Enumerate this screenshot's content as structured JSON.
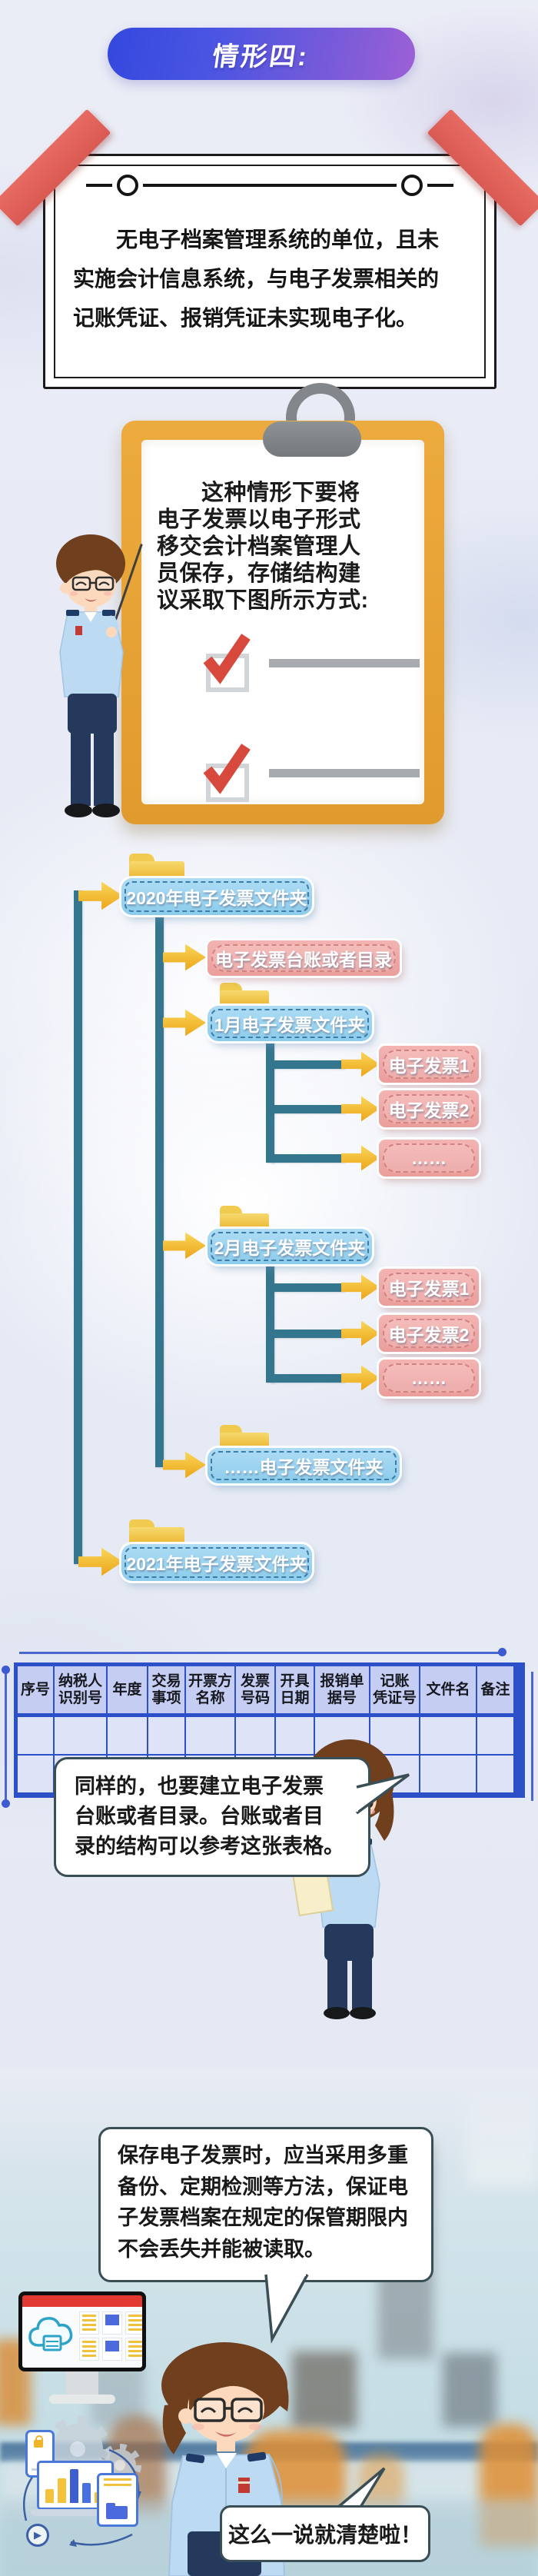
{
  "badge": {
    "label": "情形四:"
  },
  "intro_card": {
    "text": "无电子档案管理系统的单位，且未\n实施会计信息系统，与电子发票相关的\n记账凭证、报销凭证未实现电子化。"
  },
  "clipboard": {
    "text": "这种情形下要将\n电子发票以电子形式\n移交会计档案管理人\n员保存，存储结构建\n议采取下图所示方式:",
    "checklist_items": 2
  },
  "tree": {
    "nodes": [
      {
        "label": "2020年电子发票文件夹",
        "type": "folder-blue"
      },
      {
        "label": "电子发票台账或者目录",
        "type": "pink"
      },
      {
        "label": "1月电子发票文件夹",
        "type": "folder-blue"
      },
      {
        "label": "电子发票1",
        "type": "pink"
      },
      {
        "label": "电子发票2",
        "type": "pink"
      },
      {
        "label": "……",
        "type": "pink"
      },
      {
        "label": "2月电子发票文件夹",
        "type": "folder-blue"
      },
      {
        "label": "电子发票1",
        "type": "pink"
      },
      {
        "label": "电子发票2",
        "type": "pink"
      },
      {
        "label": "……",
        "type": "pink"
      },
      {
        "label": "……电子发票文件夹",
        "type": "folder-blue"
      },
      {
        "label": "2021年电子发票文件夹",
        "type": "folder-blue"
      }
    ]
  },
  "table": {
    "headers": [
      "序号",
      "纳税人\n识别号",
      "年度",
      "交易\n事项",
      "开票方\n名称",
      "发票\n号码",
      "开具\n日期",
      "报销单\n据号",
      "记账\n凭证号",
      "文件名",
      "备注"
    ],
    "empty_body_rows": 2
  },
  "bubbles": {
    "table_note": "同样的，也要建立电子发票\n台账或者目录。台账或者目\n录的结构可以参考这张表格。",
    "storage_note": "保存电子发票时，应当采用多重\n备份、定期检测等方法，保证电\n子发票档案在规定的保管期限内\n不会丢失并能被读取。",
    "closing": "这么一说就清楚啦！"
  },
  "colors": {
    "badge_gradient_start": "#3448de",
    "badge_gradient_end": "#9c60d6",
    "ribbon_red": "#e2635c",
    "clipboard_orange": "#e9a93d",
    "check_red": "#d7493d",
    "tree_line_teal": "#35768f",
    "node_blue": "#8ccceb",
    "node_pink": "#f2b5b3",
    "arrow_yellow": "#eca418",
    "folder_yellow": "#eec23e",
    "table_border_blue": "#2b50c8",
    "table_header_fill": "#c6cdf2",
    "table_body_fill": "#dee3f7",
    "bubble_border": "#3a4e55",
    "office_chair_orange": "#df8f35"
  }
}
